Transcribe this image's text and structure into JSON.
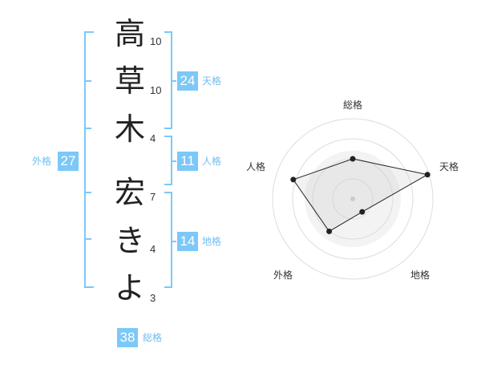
{
  "name_chars": [
    {
      "char": "高",
      "strokes": "10"
    },
    {
      "char": "草",
      "strokes": "10"
    },
    {
      "char": "木",
      "strokes": "4"
    },
    {
      "char": "宏",
      "strokes": "7"
    },
    {
      "char": "き",
      "strokes": "4"
    },
    {
      "char": "よ",
      "strokes": "3"
    }
  ],
  "kaku": {
    "tenkaku": {
      "label": "天格",
      "value": "24"
    },
    "jinkaku": {
      "label": "人格",
      "value": "11"
    },
    "chikaku": {
      "label": "地格",
      "value": "14"
    },
    "gaikaku": {
      "label": "外格",
      "value": "27"
    },
    "soukaku": {
      "label": "総格",
      "value": "38"
    }
  },
  "colors": {
    "accent": "#7cc8f8",
    "label": "#6ebef0",
    "bracket": "#7cc8f8"
  },
  "radar": {
    "axes": [
      "総格",
      "天格",
      "地格",
      "外格",
      "人格"
    ],
    "scores": [
      0.5,
      0.98,
      0.2,
      0.5,
      0.78
    ],
    "rings": 4
  }
}
